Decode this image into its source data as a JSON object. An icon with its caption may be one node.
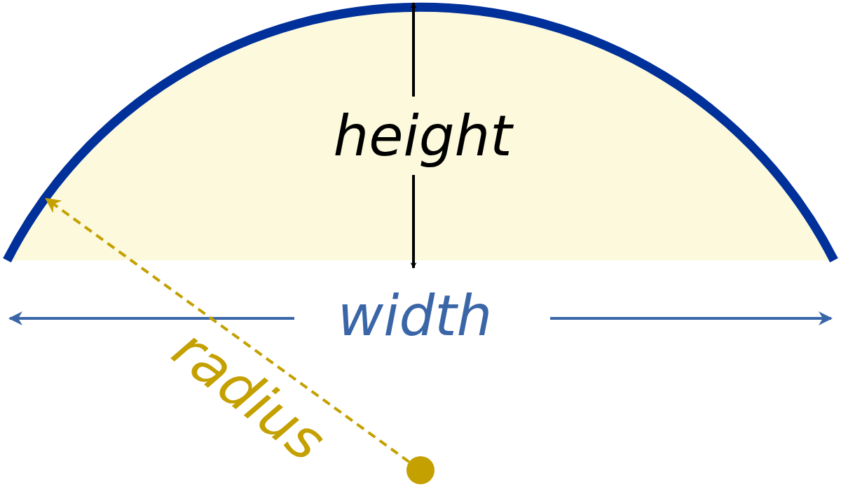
{
  "diagram": {
    "labels": [
      "height",
      "width",
      "radius"
    ]
  }
}
